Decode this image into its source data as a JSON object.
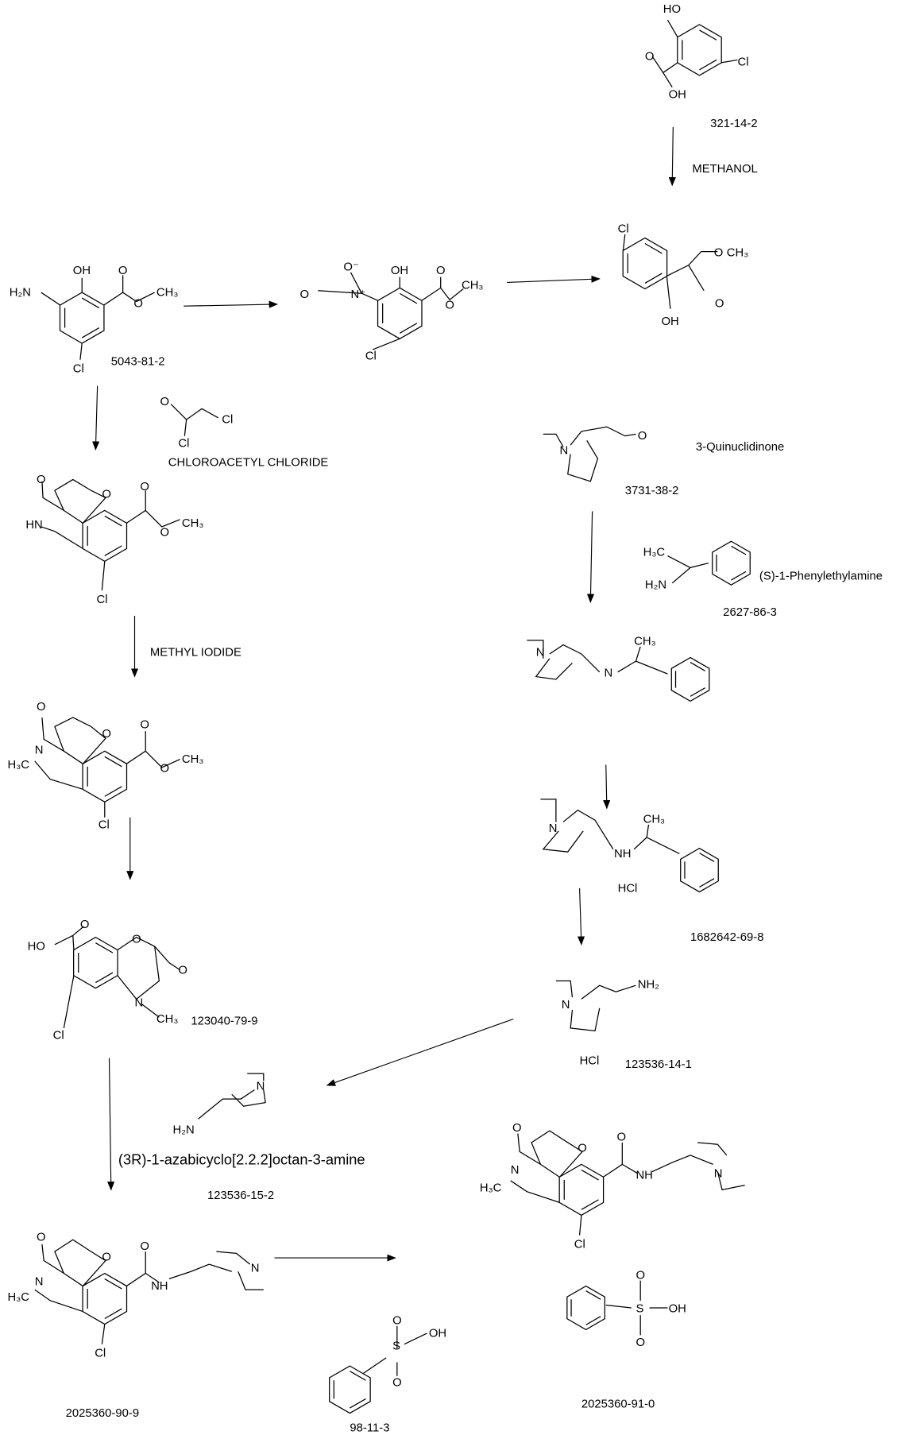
{
  "molecules": {
    "salicylic": {
      "cas": "321-14-2",
      "atoms": [
        "HO",
        "O",
        "OH",
        "Cl"
      ]
    },
    "methanol_step": {
      "reagent": "METHANOL"
    },
    "methyl_ester": {
      "atoms": [
        "Cl",
        "O",
        "CH₃",
        "O",
        "OH"
      ]
    },
    "amino": {
      "cas": "5043-81-2",
      "atoms": [
        "H₂N",
        "OH",
        "O",
        "O",
        "CH₃",
        "Cl"
      ]
    },
    "nitro": {
      "atoms": [
        "O⁻",
        "N⁺",
        "O",
        "OH",
        "O",
        "O",
        "CH₃",
        "Cl"
      ]
    },
    "chloroacetyl": {
      "name": "CHLOROACETYL CHLORIDE",
      "atoms": [
        "O",
        "Cl",
        "Cl"
      ]
    },
    "benzoxazinone": {
      "atoms": [
        "O",
        "O",
        "O",
        "O",
        "CH₃",
        "HN",
        "Cl"
      ]
    },
    "methyl_iodide_step": {
      "reagent": "METHYL IODIDE"
    },
    "n_methyl": {
      "atoms": [
        "O",
        "O",
        "O",
        "O",
        "CH₃",
        "N",
        "H₃C",
        "Cl"
      ]
    },
    "acid": {
      "cas": "123040-79-9",
      "atoms": [
        "O",
        "HO",
        "O",
        "O",
        "N",
        "CH₃",
        "Cl"
      ]
    },
    "quinuclidinone": {
      "name": "3-Quinuclidinone",
      "cas": "3731-38-2",
      "atoms": [
        "N",
        "O"
      ]
    },
    "phenylethylamine": {
      "name": "(S)-1-Phenylethylamine",
      "cas": "2627-86-3",
      "atoms": [
        "H₃C",
        "H₂N"
      ]
    },
    "imine": {
      "atoms": [
        "N",
        "N",
        "CH₃"
      ]
    },
    "amine_hcl": {
      "cas": "1682642-69-8",
      "atoms": [
        "N",
        "NH",
        "CH₃",
        "HCl"
      ]
    },
    "s_amine": {
      "cas": "123536-14-1",
      "atoms": [
        "N",
        "NH₂",
        "HCl"
      ]
    },
    "r_amine": {
      "name": "(3R)-1-azabicyclo[2.2.2]octan-3-amine",
      "cas": "123536-15-2",
      "atoms": [
        "N",
        "H₂N"
      ]
    },
    "amide": {
      "cas": "2025360-90-9",
      "atoms": [
        "O",
        "O",
        "O",
        "NH",
        "N",
        "N",
        "H₃C",
        "Cl"
      ]
    },
    "benzenesulfonic": {
      "cas": "98-11-3",
      "atoms": [
        "O",
        "S",
        "OH",
        "O"
      ]
    },
    "salt": {
      "cas": "2025360-91-0",
      "atoms": [
        "O",
        "O",
        "O",
        "NH",
        "N",
        "N",
        "H₃C",
        "Cl",
        "O",
        "S",
        "OH",
        "O"
      ]
    }
  }
}
